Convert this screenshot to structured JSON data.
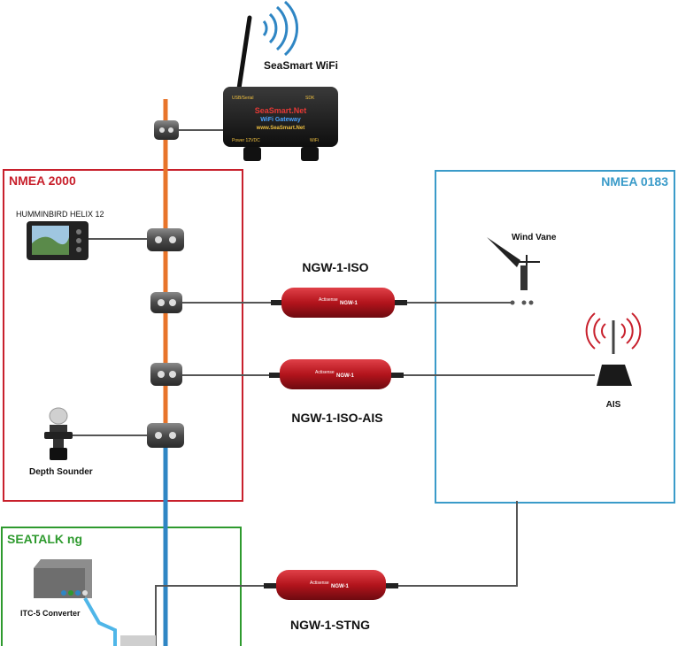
{
  "groups": {
    "nmea2000": {
      "title": "NMEA 2000",
      "color": "#c8202c"
    },
    "nmea0183": {
      "title": "NMEA 0183",
      "color": "#3a9bc9"
    },
    "seatalk": {
      "title": "SEATALK ng",
      "color": "#2e9a2e"
    }
  },
  "wifi": {
    "label": "SeaSmart WiFi",
    "box_lines": [
      "USB/Serial",
      "SDK",
      "SeaSmart.Net",
      "WiFi Gateway",
      "www.SeaSmart.Net",
      "Power 12VDC",
      "WiFi"
    ]
  },
  "devices": {
    "helix": "HUMMINBIRD HELIX 12",
    "depth": "Depth Sounder",
    "wind": "Wind Vane",
    "ais": "AIS",
    "itc": "ITC-5 Converter"
  },
  "converters": {
    "iso": {
      "label": "NGW-1-ISO",
      "brand": "Actisense",
      "model": "NGW-1"
    },
    "iso_ais": {
      "label": "NGW-1-ISO-AIS",
      "brand": "Actisense",
      "model": "NGW-1"
    },
    "stng": {
      "label": "NGW-1-STNG",
      "brand": "Actisense",
      "model": "NGW-1"
    }
  },
  "colors": {
    "backbone_orange": "#e8742a",
    "backbone_blue": "#2f86c4",
    "cable": "#555555",
    "converter_red": "#b3141c"
  }
}
